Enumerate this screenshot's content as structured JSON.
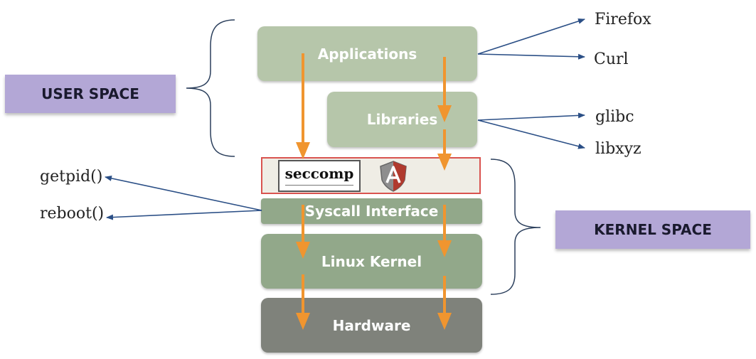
{
  "user_space_label": "USER SPACE",
  "kernel_space_label": "KERNEL SPACE",
  "layers": {
    "applications": "Applications",
    "libraries": "Libraries",
    "syscall_interface": "Syscall Interface",
    "linux_kernel": "Linux Kernel",
    "hardware": "Hardware"
  },
  "seccomp_logo_text": "seccomp",
  "external": {
    "firefox": "Firefox",
    "curl": "Curl",
    "glibc": "glibc",
    "libxyz": "libxyz",
    "getpid": "getpid()",
    "reboot": "reboot()"
  },
  "colors": {
    "layer_light": "#b6c6aa",
    "layer_mid": "#92a88a",
    "hardware": "#7f827b",
    "arrow": "#f0952f",
    "seccomp_border": "#d9534f",
    "label_purple": "#b3a7d6",
    "pointer_blue": "#2b4f86"
  },
  "icons": [
    "seccomp-logo",
    "shield-icon"
  ]
}
